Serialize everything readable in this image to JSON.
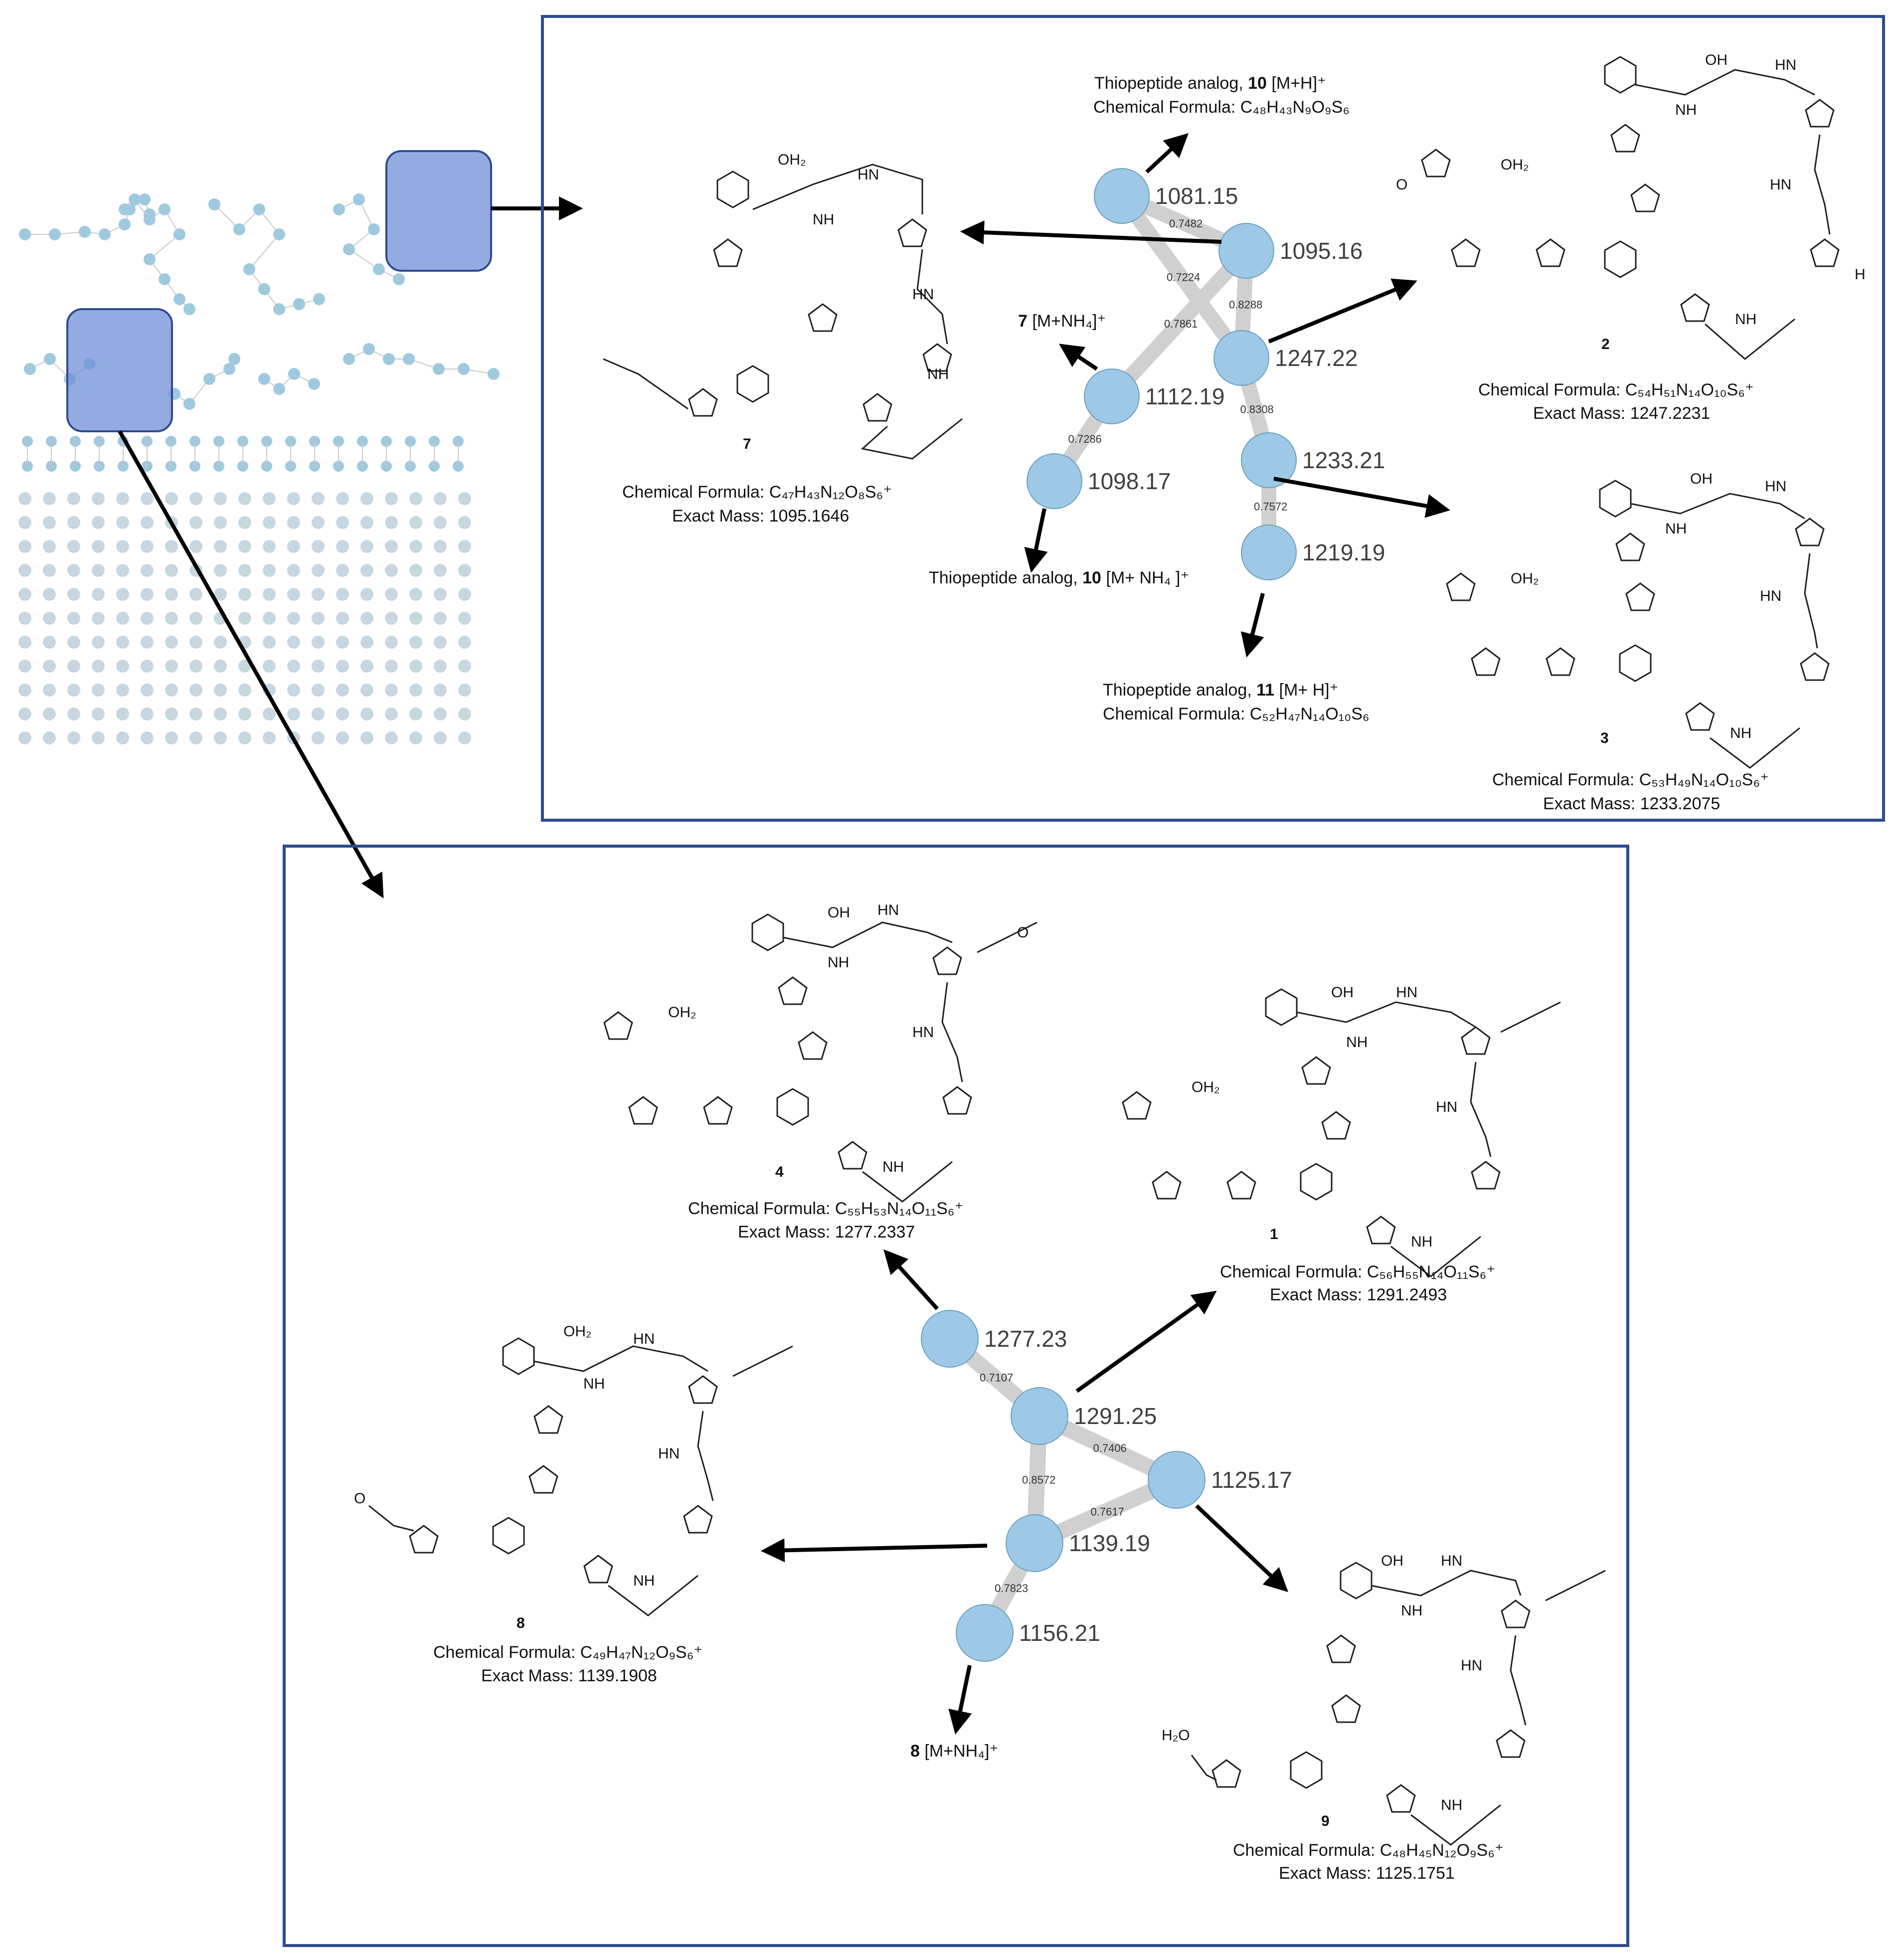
{
  "top_panel": {
    "nodes": [
      {
        "id": "n1081",
        "label": "1081.15"
      },
      {
        "id": "n1095",
        "label": "1095.16"
      },
      {
        "id": "n1247",
        "label": "1247.22"
      },
      {
        "id": "n1112",
        "label": "1112.19"
      },
      {
        "id": "n1233",
        "label": "1233.21"
      },
      {
        "id": "n1098",
        "label": "1098.17"
      },
      {
        "id": "n1219",
        "label": "1219.19"
      }
    ],
    "edges": [
      {
        "from": "n1081",
        "to": "n1095",
        "score": "0.7482"
      },
      {
        "from": "n1081",
        "to": "n1247",
        "score": "0.7224"
      },
      {
        "from": "n1095",
        "to": "n1112",
        "score": "0.7861"
      },
      {
        "from": "n1095",
        "to": "n1247",
        "score": "0.8288"
      },
      {
        "from": "n1247",
        "to": "n1233",
        "score": "0.8308"
      },
      {
        "from": "n1112",
        "to": "n1098",
        "score": "0.7286"
      },
      {
        "from": "n1233",
        "to": "n1219",
        "score": "0.7572"
      }
    ],
    "annotations": {
      "a10h_line1_pre": "Thiopeptide analog, ",
      "a10h_line1_num": "10",
      "a10h_line1_post": " [M+H]⁺",
      "a10h_line2": "Chemical Formula: C₄₈H₄₃N₉O₉S₆",
      "a7nh4_num": "7",
      "a7nh4_post": " [M+NH₄]⁺",
      "a10nh4_pre": "Thiopeptide analog, ",
      "a10nh4_num": "10",
      "a10nh4_post": " [M+ NH₄ ]⁺",
      "a11_line1_pre": "Thiopeptide analog, ",
      "a11_line1_num": "11",
      "a11_line1_post": " [M+ H]⁺",
      "a11_line2": "Chemical Formula: C₅₂H₄₇N₁₄O₁₀S₆"
    },
    "compounds": [
      {
        "num": "7",
        "formula": "Chemical Formula: C₄₇H₄₃N₁₂O₈S₆⁺",
        "mass": "Exact Mass: 1095.1646"
      },
      {
        "num": "2",
        "formula": "Chemical Formula: C₅₄H₅₁N₁₄O₁₀S₆⁺",
        "mass": "Exact Mass: 1247.2231"
      },
      {
        "num": "3",
        "formula": "Chemical Formula: C₅₃H₄₉N₁₄O₁₀S₆⁺",
        "mass": "Exact Mass: 1233.2075"
      }
    ]
  },
  "bottom_panel": {
    "nodes": [
      {
        "id": "m1277",
        "label": "1277.23"
      },
      {
        "id": "m1291",
        "label": "1291.25"
      },
      {
        "id": "m1125",
        "label": "1125.17"
      },
      {
        "id": "m1139",
        "label": "1139.19"
      },
      {
        "id": "m1156",
        "label": "1156.21"
      }
    ],
    "edges": [
      {
        "from": "m1277",
        "to": "m1291",
        "score": "0.7107"
      },
      {
        "from": "m1291",
        "to": "m1125",
        "score": "0.7406"
      },
      {
        "from": "m1291",
        "to": "m1139",
        "score": "0.8572"
      },
      {
        "from": "m1125",
        "to": "m1139",
        "score": "0.7617"
      },
      {
        "from": "m1139",
        "to": "m1156",
        "score": "0.7823"
      }
    ],
    "annotations": {
      "a8nh4_num": "8",
      "a8nh4_post": " [M+NH₄]⁺"
    },
    "compounds": [
      {
        "num": "4",
        "formula": "Chemical Formula: C₅₅H₅₃N₁₄O₁₁S₆⁺",
        "mass": "Exact Mass: 1277.2337"
      },
      {
        "num": "1",
        "formula": "Chemical Formula: C₅₆H₅₅N₁₄O₁₁S₆⁺",
        "mass": "Exact Mass: 1291.2493"
      },
      {
        "num": "8",
        "formula": "Chemical Formula: C₄₉H₄₇N₁₂O₉S₆⁺",
        "mass": "Exact Mass: 1139.1908"
      },
      {
        "num": "9",
        "formula": "Chemical Formula: C₄₈H₄₅N₁₂O₉S₆⁺",
        "mass": "Exact Mass: 1125.1751"
      }
    ]
  },
  "colors": {
    "node_fill": "#9dc9e6",
    "box_stroke": "#2f4a8f",
    "highlight": "#6f8fd6",
    "edge": "#d0d0d0"
  }
}
